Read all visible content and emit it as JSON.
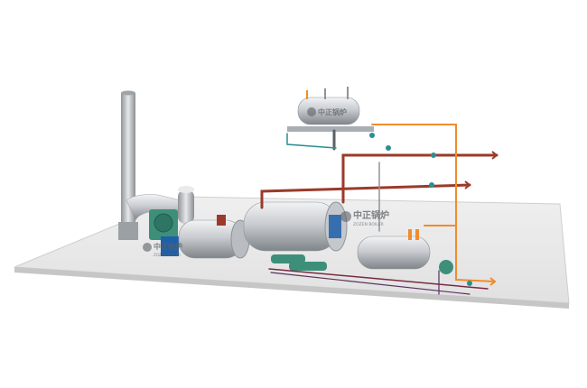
{
  "scene": {
    "subject": "industrial boiler plant",
    "colors": {
      "floor_top": "#ebebeb",
      "floor_edge": "#c6c6c6",
      "steel": "#c9ccd0",
      "steel_dark": "#8f9498",
      "pipe_red": "#9b3a2a",
      "pipe_orange": "#f08c2c",
      "pipe_teal": "#2a8f94",
      "pump_green": "#3d8f7a",
      "accent_blue": "#1f5fa8"
    }
  },
  "branding": {
    "logo_text": "中正锅炉",
    "logo_subtext": "ZOZEN BOILER"
  }
}
